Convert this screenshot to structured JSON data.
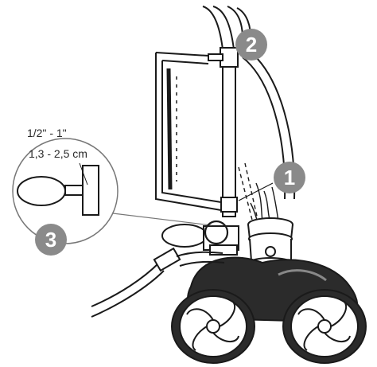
{
  "callouts": [
    {
      "number": "1"
    },
    {
      "number": "2"
    },
    {
      "number": "3"
    }
  ],
  "detail": {
    "measure_inch": "1/2\" - 1\"",
    "measure_cm": "1,3 - 2,5 cm"
  },
  "colors": {
    "badge": "#8a8a8a",
    "line": "#1a1a1a",
    "dark_body": "#2b2b2b"
  }
}
